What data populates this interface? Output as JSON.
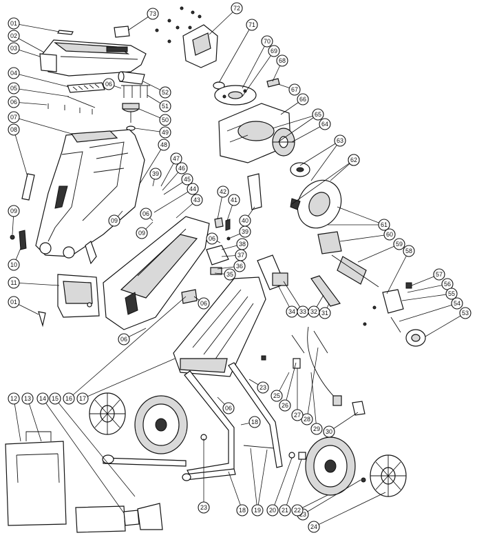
{
  "labels": [
    "01",
    "02",
    "03",
    "04",
    "05",
    "06",
    "07",
    "08",
    "09",
    "10",
    "11",
    "12",
    "13",
    "14",
    "15",
    "16",
    "17",
    "18",
    "19",
    "20",
    "21",
    "22",
    "23",
    "24",
    "25",
    "26",
    "27",
    "28",
    "29",
    "30",
    "31",
    "32",
    "33",
    "34",
    "35",
    "36",
    "37",
    "38",
    "39",
    "40",
    "41",
    "42",
    "43",
    "44",
    "45",
    "46",
    "47",
    "48",
    "49",
    "50",
    "51",
    "52",
    "53",
    "54",
    "55",
    "56",
    "57",
    "58",
    "59",
    "60",
    "61",
    "62",
    "63",
    "64",
    "65",
    "66",
    "67",
    "68",
    "69",
    "70",
    "71",
    "72",
    "73"
  ],
  "callouts": [
    {
      "id": "73",
      "text": "73"
    },
    {
      "id": "72",
      "text": "72"
    },
    {
      "id": "71",
      "text": "71"
    },
    {
      "id": "70",
      "text": "70"
    },
    {
      "id": "69",
      "text": "69"
    },
    {
      "id": "68",
      "text": "68"
    },
    {
      "id": "67",
      "text": "67"
    },
    {
      "id": "66",
      "text": "66"
    },
    {
      "id": "65",
      "text": "65"
    },
    {
      "id": "64",
      "text": "64"
    },
    {
      "id": "63",
      "text": "63"
    },
    {
      "id": "62",
      "text": "62"
    },
    {
      "id": "61",
      "text": "61"
    },
    {
      "id": "60",
      "text": "60"
    },
    {
      "id": "59",
      "text": "59"
    },
    {
      "id": "58",
      "text": "58"
    },
    {
      "id": "57",
      "text": "57"
    },
    {
      "id": "56",
      "text": "56"
    },
    {
      "id": "55",
      "text": "55"
    },
    {
      "id": "54",
      "text": "54"
    },
    {
      "id": "53",
      "text": "53"
    },
    {
      "id": "52",
      "text": "52"
    },
    {
      "id": "51",
      "text": "51"
    },
    {
      "id": "50",
      "text": "50"
    },
    {
      "id": "49",
      "text": "49"
    },
    {
      "id": "48",
      "text": "48"
    },
    {
      "id": "47",
      "text": "47"
    },
    {
      "id": "46",
      "text": "46"
    },
    {
      "id": "45",
      "text": "45"
    },
    {
      "id": "44",
      "text": "44"
    },
    {
      "id": "43",
      "text": "43"
    },
    {
      "id": "42",
      "text": "42"
    },
    {
      "id": "41",
      "text": "41"
    },
    {
      "id": "40",
      "text": "40"
    },
    {
      "id": "39",
      "text": "39"
    },
    {
      "id": "38",
      "text": "38"
    },
    {
      "id": "37",
      "text": "37"
    },
    {
      "id": "36",
      "text": "36"
    },
    {
      "id": "35",
      "text": "35"
    },
    {
      "id": "34",
      "text": "34"
    },
    {
      "id": "33",
      "text": "33"
    },
    {
      "id": "32",
      "text": "32"
    },
    {
      "id": "31",
      "text": "31"
    },
    {
      "id": "30",
      "text": "30"
    },
    {
      "id": "29",
      "text": "29"
    },
    {
      "id": "28",
      "text": "28"
    },
    {
      "id": "27",
      "text": "27"
    },
    {
      "id": "26",
      "text": "26"
    },
    {
      "id": "25",
      "text": "25"
    },
    {
      "id": "24",
      "text": "24"
    },
    {
      "id": "23",
      "text": "23"
    },
    {
      "id": "22",
      "text": "22"
    },
    {
      "id": "21",
      "text": "21"
    },
    {
      "id": "20",
      "text": "20"
    },
    {
      "id": "19",
      "text": "19"
    },
    {
      "id": "18",
      "text": "18"
    },
    {
      "id": "17",
      "text": "17"
    },
    {
      "id": "16",
      "text": "16"
    },
    {
      "id": "15",
      "text": "15"
    },
    {
      "id": "14",
      "text": "14"
    },
    {
      "id": "13",
      "text": "13"
    },
    {
      "id": "12",
      "text": "12"
    },
    {
      "id": "11",
      "text": "11"
    },
    {
      "id": "10",
      "text": "10"
    },
    {
      "id": "09",
      "text": "09"
    },
    {
      "id": "08",
      "text": "08"
    },
    {
      "id": "07",
      "text": "07"
    },
    {
      "id": "06",
      "text": "06"
    },
    {
      "id": "05",
      "text": "05"
    },
    {
      "id": "04",
      "text": "04"
    },
    {
      "id": "03",
      "text": "03"
    },
    {
      "id": "02",
      "text": "02"
    },
    {
      "id": "01",
      "text": "01"
    }
  ]
}
